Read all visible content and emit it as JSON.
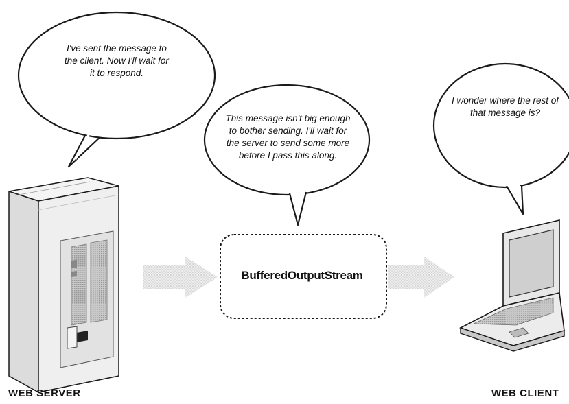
{
  "bubbles": {
    "server": {
      "lines": [
        "I've sent the message to",
        "the client. Now I'll wait for",
        "it to respond."
      ]
    },
    "buffer": {
      "lines": [
        "This message isn't big enough",
        "to bother sending. I'll wait for",
        "the server to send some more",
        "before I pass this along."
      ]
    },
    "client": {
      "lines": [
        "I wonder where the rest of",
        "that message is?"
      ]
    }
  },
  "buffer_box": {
    "label": "BufferedOutputStream"
  },
  "captions": {
    "server": "WEB SERVER",
    "client": "WEB CLIENT"
  },
  "colors": {
    "outline": "#1a1a1a",
    "bubble_fill": "#ffffff",
    "arrow_fill": "#e4e4e4",
    "server_light": "#ececec",
    "server_mid": "#d2d2d2",
    "server_dark": "#b4b4b4",
    "screen": "#cfcfcf"
  },
  "icons": {
    "server": "server-tower-icon",
    "client": "laptop-icon"
  }
}
